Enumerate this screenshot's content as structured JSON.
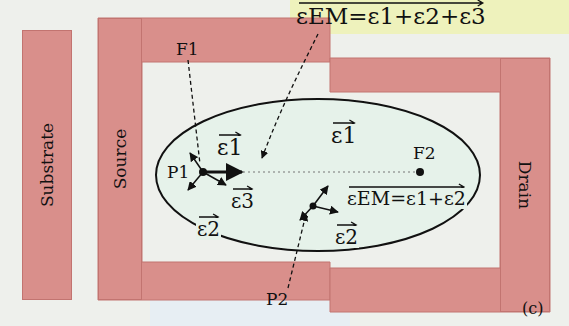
{
  "diagram": {
    "nodes": [
      {
        "text": [
          "Substrate"
        ]
      },
      {
        "text": [
          "Source"
        ]
      },
      {
        "text": [
          "Drain"
        ]
      }
    ],
    "labels": [
      "F1",
      "εEM=ε1+ε2+ε3",
      "ε1",
      "P1",
      "ε3",
      "ε2",
      "ε1",
      "F2",
      "εEM=ε1+ε2",
      "ε2",
      "P2",
      "(c)"
    ]
  }
}
